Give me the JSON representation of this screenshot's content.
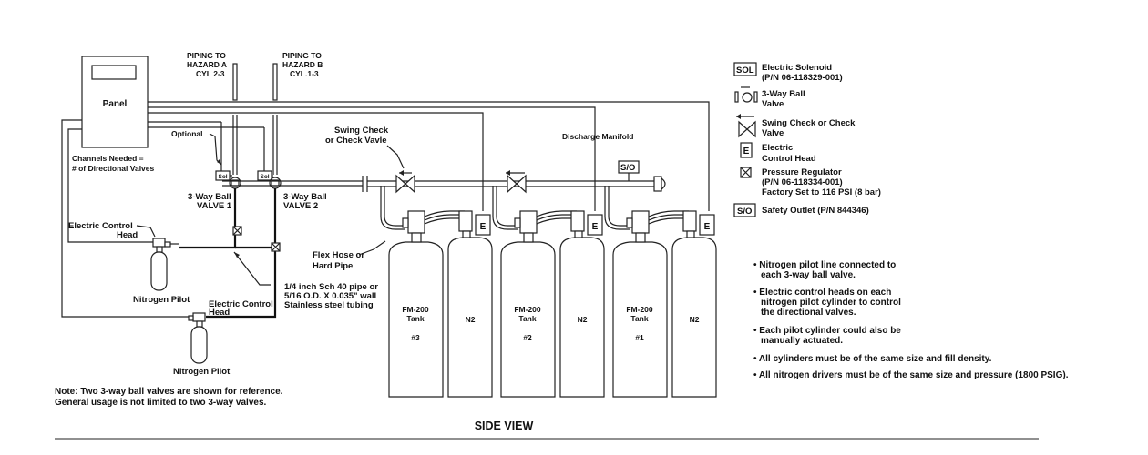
{
  "labels": {
    "panel": "Panel",
    "piping_a": [
      "PIPING TO",
      "HAZARD A",
      "CYL 2-3"
    ],
    "piping_b": [
      "PIPING TO",
      "HAZARD B",
      "CYL.1-3"
    ],
    "optional": "Optional",
    "channels": [
      "Channels Needed =",
      "# of Directional Valves"
    ],
    "sol": "Sol",
    "valve1": [
      "3-Way Ball",
      "VALVE 1"
    ],
    "valve2": [
      "3-Way Ball",
      "VALVE 2"
    ],
    "elec_head_1": [
      "Electric Control",
      "Head"
    ],
    "elec_head_2": [
      "Electric Control",
      "Head"
    ],
    "nitrogen_pilot_1": "Nitrogen Pilot",
    "nitrogen_pilot_2": "Nitrogen Pilot",
    "tubing": [
      "1/4 inch Sch 40 pipe or",
      "5/16 O.D. X 0.035\" wall",
      "Stainless steel tubing"
    ],
    "swing_check": [
      "Swing Check",
      "or Check Vavle"
    ],
    "discharge_manifold": "Discharge Manifold",
    "so": "S/O",
    "flex_hose": [
      "Flex Hose or",
      "Hard Pipe"
    ],
    "e": "E",
    "tanks": [
      {
        "name": "FM-200",
        "sub": "Tank",
        "num": "#3"
      },
      {
        "name": "FM-200",
        "sub": "Tank",
        "num": "#2"
      },
      {
        "name": "FM-200",
        "sub": "Tank",
        "num": "#1"
      }
    ],
    "n2": "N2",
    "note": [
      "Note: Two 3-way ball valves are shown for reference.",
      "General usage is not limited to two 3-way valves."
    ],
    "side_view": "SIDE VIEW"
  },
  "legend": {
    "sol_symbol": "SOL",
    "sol": [
      "Electric Solenoid",
      "(P/N 06-118329-001)"
    ],
    "ball_valve": [
      "3-Way Ball",
      "Valve"
    ],
    "swing_check": [
      "Swing Check or Check",
      "Valve"
    ],
    "e_symbol": "E",
    "elec_head": [
      "Electric",
      "Control Head"
    ],
    "regulator": [
      "Pressure Regulator",
      "(P/N 06-118334-001)",
      "Factory Set to 116 PSI (8 bar)"
    ],
    "so_symbol": "S/O",
    "safety_outlet": "Safety Outlet (P/N 844346)"
  },
  "bullets": [
    [
      "Nitrogen pilot line connected to",
      "each 3-way ball valve."
    ],
    [
      "Electric control heads on each",
      "nitrogen pilot cylinder to control",
      "the directional valves."
    ],
    [
      "Each pilot cylinder could also be",
      "manually actuated."
    ],
    [
      "All cylinders must be of the same size and fill density."
    ],
    [
      "All nitrogen drivers must be of the same size and pressure (1800 PSIG)."
    ]
  ]
}
